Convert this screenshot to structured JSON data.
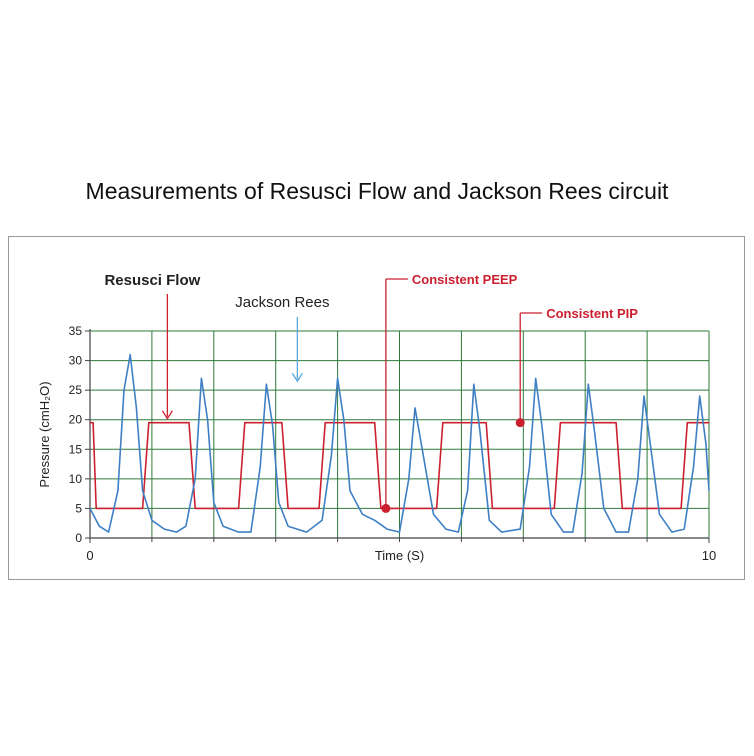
{
  "title": "Measurements of Resusci Flow and Jackson Rees circuit",
  "chart_data": {
    "type": "line",
    "xlabel": "Time (S)",
    "ylabel": "Pressure (cmH₂O)",
    "xlim": [
      0,
      10
    ],
    "ylim": [
      0,
      35
    ],
    "x_ticks": [
      "0",
      "10"
    ],
    "y_ticks": [
      "0",
      "5",
      "10",
      "15",
      "20",
      "25",
      "30",
      "35"
    ],
    "grid": true,
    "colors": {
      "resusci": "#cc2030",
      "jackson": "#3f7fc4",
      "grid": "#2f7a3a",
      "annotation_red": "#cc2030",
      "annotation_blue": "#5aa8dc"
    },
    "series": [
      {
        "name": "Resusci Flow",
        "color": "#cc2030",
        "x": [
          0,
          0.05,
          0.1,
          0.85,
          0.95,
          1.0,
          1.05,
          1.6,
          1.7,
          1.75,
          1.8,
          2.4,
          2.5,
          2.55,
          2.6,
          3.1,
          3.2,
          3.25,
          3.3,
          3.7,
          3.8,
          3.85,
          3.9,
          4.6,
          4.7,
          4.75,
          4.8,
          5.6,
          5.7,
          5.75,
          5.8,
          6.4,
          6.5,
          6.55,
          6.6,
          7.5,
          7.6,
          7.65,
          7.7,
          8.5,
          8.6,
          8.65,
          8.7,
          9.55,
          9.65,
          9.7,
          9.75,
          10
        ],
        "y": [
          19.5,
          19.5,
          5,
          5,
          19.5,
          19.5,
          19.5,
          19.5,
          5,
          5,
          5,
          5,
          19.5,
          19.5,
          19.5,
          19.5,
          5,
          5,
          5,
          5,
          19.5,
          19.5,
          19.5,
          19.5,
          5,
          5,
          5,
          5,
          19.5,
          19.5,
          19.5,
          19.5,
          5,
          5,
          5,
          5,
          19.5,
          19.5,
          19.5,
          19.5,
          5,
          5,
          5,
          5,
          19.5,
          19.5,
          19.5,
          19.5
        ]
      },
      {
        "name": "Jackson Rees",
        "color": "#3f7fc4",
        "x": [
          0,
          0.15,
          0.3,
          0.45,
          0.55,
          0.65,
          0.75,
          0.85,
          1.0,
          1.2,
          1.4,
          1.55,
          1.7,
          1.8,
          1.9,
          2.0,
          2.15,
          2.4,
          2.6,
          2.75,
          2.85,
          2.95,
          3.05,
          3.2,
          3.5,
          3.75,
          3.9,
          4.0,
          4.1,
          4.2,
          4.4,
          4.6,
          4.8,
          5.0,
          5.15,
          5.25,
          5.35,
          5.55,
          5.75,
          5.95,
          6.1,
          6.2,
          6.3,
          6.45,
          6.65,
          6.95,
          7.1,
          7.2,
          7.3,
          7.45,
          7.65,
          7.8,
          7.95,
          8.05,
          8.15,
          8.3,
          8.5,
          8.7,
          8.85,
          8.95,
          9.05,
          9.2,
          9.4,
          9.6,
          9.75,
          9.85,
          9.95,
          10
        ],
        "y": [
          5,
          2,
          1,
          8,
          25,
          31,
          22,
          8,
          3,
          1.5,
          1,
          2,
          10,
          27,
          20,
          6,
          2,
          1,
          1,
          12,
          26,
          19,
          6,
          2,
          1,
          3,
          14,
          27,
          20,
          8,
          4,
          3,
          1.5,
          1,
          10,
          22,
          16,
          4,
          1.5,
          1,
          8,
          26,
          18,
          3,
          1,
          1.5,
          12,
          27,
          19,
          4,
          1,
          1,
          11,
          26,
          18,
          5,
          1,
          1,
          10,
          24,
          16,
          4,
          1,
          1.5,
          12,
          24,
          16,
          8
        ]
      }
    ],
    "annotations": [
      {
        "text": "Resusci Flow",
        "target_series": "Resusci Flow",
        "x": 1.25,
        "y": 19.5
      },
      {
        "text": "Jackson Rees",
        "target_series": "Jackson Rees",
        "x": 3.35,
        "y": 26.5
      },
      {
        "text": "Consistent PEEP",
        "marker": true,
        "x": 4.78,
        "y": 5
      },
      {
        "text": "Consistent PIP",
        "marker": true,
        "x": 6.95,
        "y": 19.5
      }
    ]
  }
}
